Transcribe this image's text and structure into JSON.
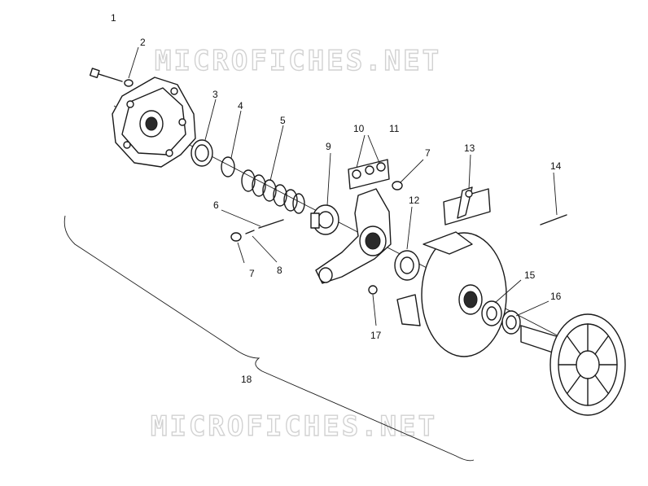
{
  "watermarks": [
    "MICROFICHES.NET",
    "MICROFICHES.NET"
  ],
  "callouts": {
    "c1": "1",
    "c2": "2",
    "c3": "3",
    "c4": "4",
    "c5": "5",
    "c6": "6",
    "c7a": "7",
    "c7b": "7",
    "c8": "8",
    "c9": "9",
    "c10": "10",
    "c11": "11",
    "c12": "12",
    "c13": "13",
    "c14": "14",
    "c15": "15",
    "c16": "16",
    "c17": "17",
    "c18": "18"
  },
  "colors": {
    "ink": "#1a1a1a",
    "watermark_outline": "#d2d2d2",
    "background": "#ffffff"
  }
}
